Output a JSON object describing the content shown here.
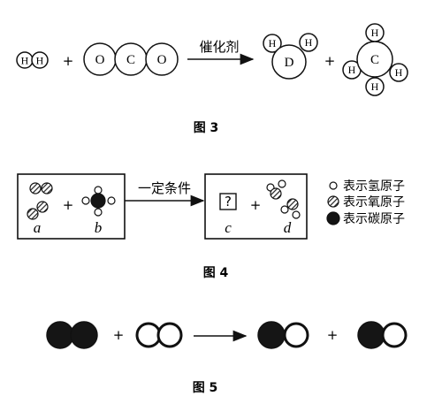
{
  "fig3": {
    "caption": "图 3",
    "condition": "催化剂",
    "plus": "+",
    "h": "H",
    "o": "O",
    "c": "C",
    "d": "D"
  },
  "fig4": {
    "caption": "图 4",
    "condition": "一定条件",
    "plus": "+",
    "unknown": "?",
    "labels": {
      "a": "a",
      "b": "b",
      "c": "c",
      "d": "d"
    },
    "legend": {
      "hydrogen": "表示氢原子",
      "oxygen": "表示氧原子",
      "carbon": "表示碳原子"
    }
  },
  "fig5": {
    "caption": "图 5",
    "plus": "+"
  }
}
